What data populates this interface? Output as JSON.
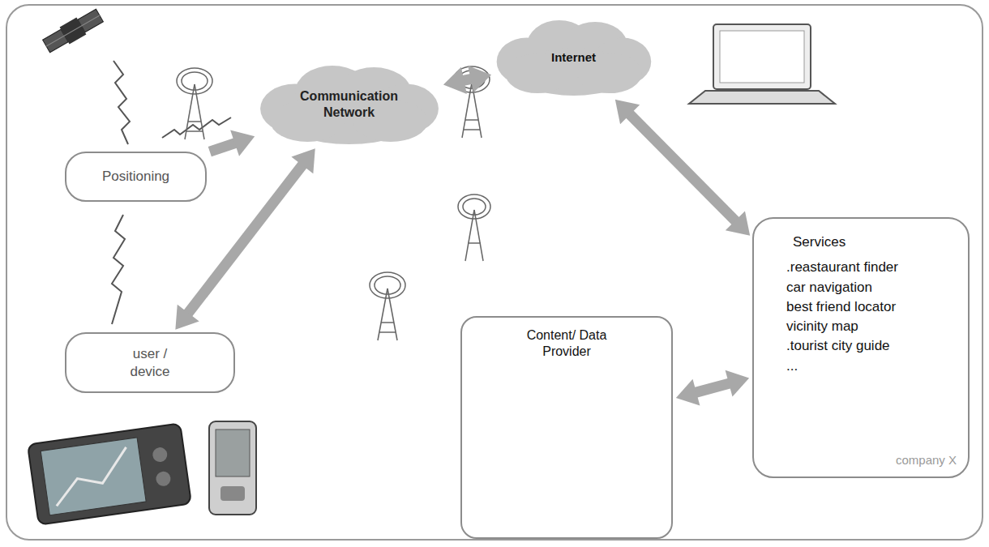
{
  "diagram": {
    "nodes": [
      {
        "text": [
          "Positioning"
        ]
      },
      {
        "text": [
          "Communication Network"
        ]
      },
      {
        "text": [
          "Internet"
        ]
      },
      {
        "text": [
          "user / device"
        ]
      },
      {
        "text": [
          "Services",
          ".reastaurant finder",
          "car navigation",
          "best friend locator",
          "vicinity map",
          ".tourist city guide",
          "...",
          "company X"
        ]
      },
      {
        "text": [
          "Content/ Data Provider"
        ]
      }
    ],
    "edges": [
      {
        "from": 0,
        "to": 1,
        "arrow": "to"
      },
      {
        "from": 3,
        "to": 1,
        "arrow": "both"
      },
      {
        "from": 1,
        "to": 2,
        "arrow": "both"
      },
      {
        "from": 2,
        "to": 4,
        "arrow": "both"
      },
      {
        "from": 4,
        "to": 5,
        "arrow": "both"
      }
    ]
  }
}
